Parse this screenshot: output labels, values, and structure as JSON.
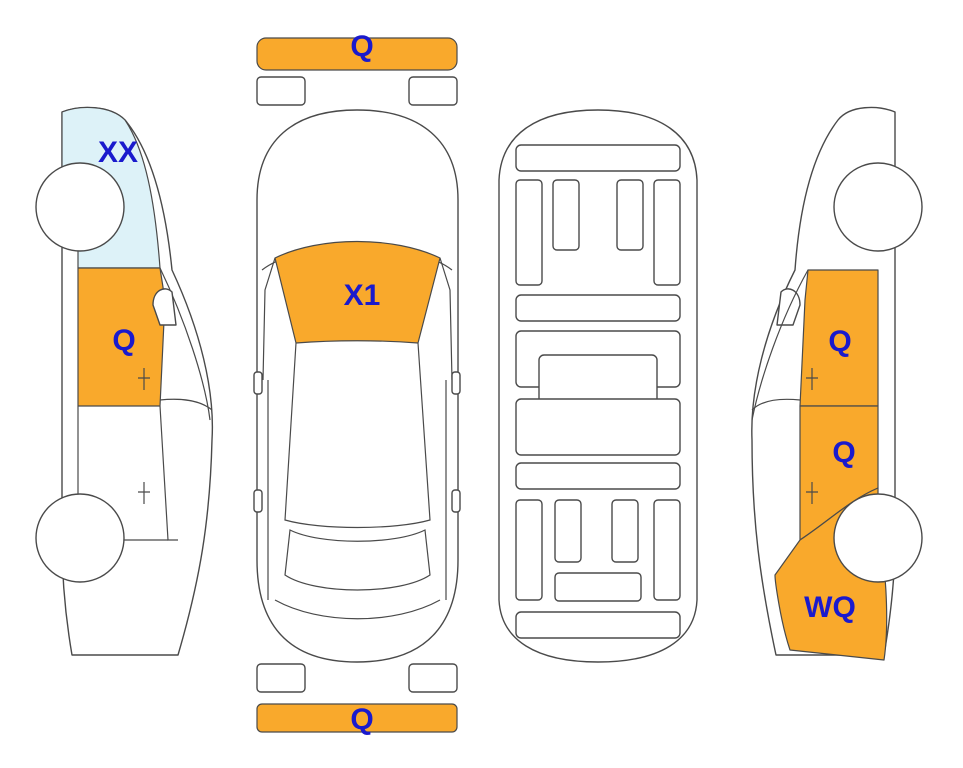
{
  "colors": {
    "damage": "#f9a92c",
    "glass_flag": "#ddf2f8",
    "label": "#1a1acd",
    "outline": "#4a4a4a"
  },
  "labels": {
    "front_bumper": "Q",
    "rear_bumper": "Q",
    "windshield": "X1",
    "left_rear_window": "XX",
    "left_rear_door": "Q",
    "right_front_door": "Q",
    "right_rear_door": "Q",
    "right_quarter_panel": "WQ"
  }
}
